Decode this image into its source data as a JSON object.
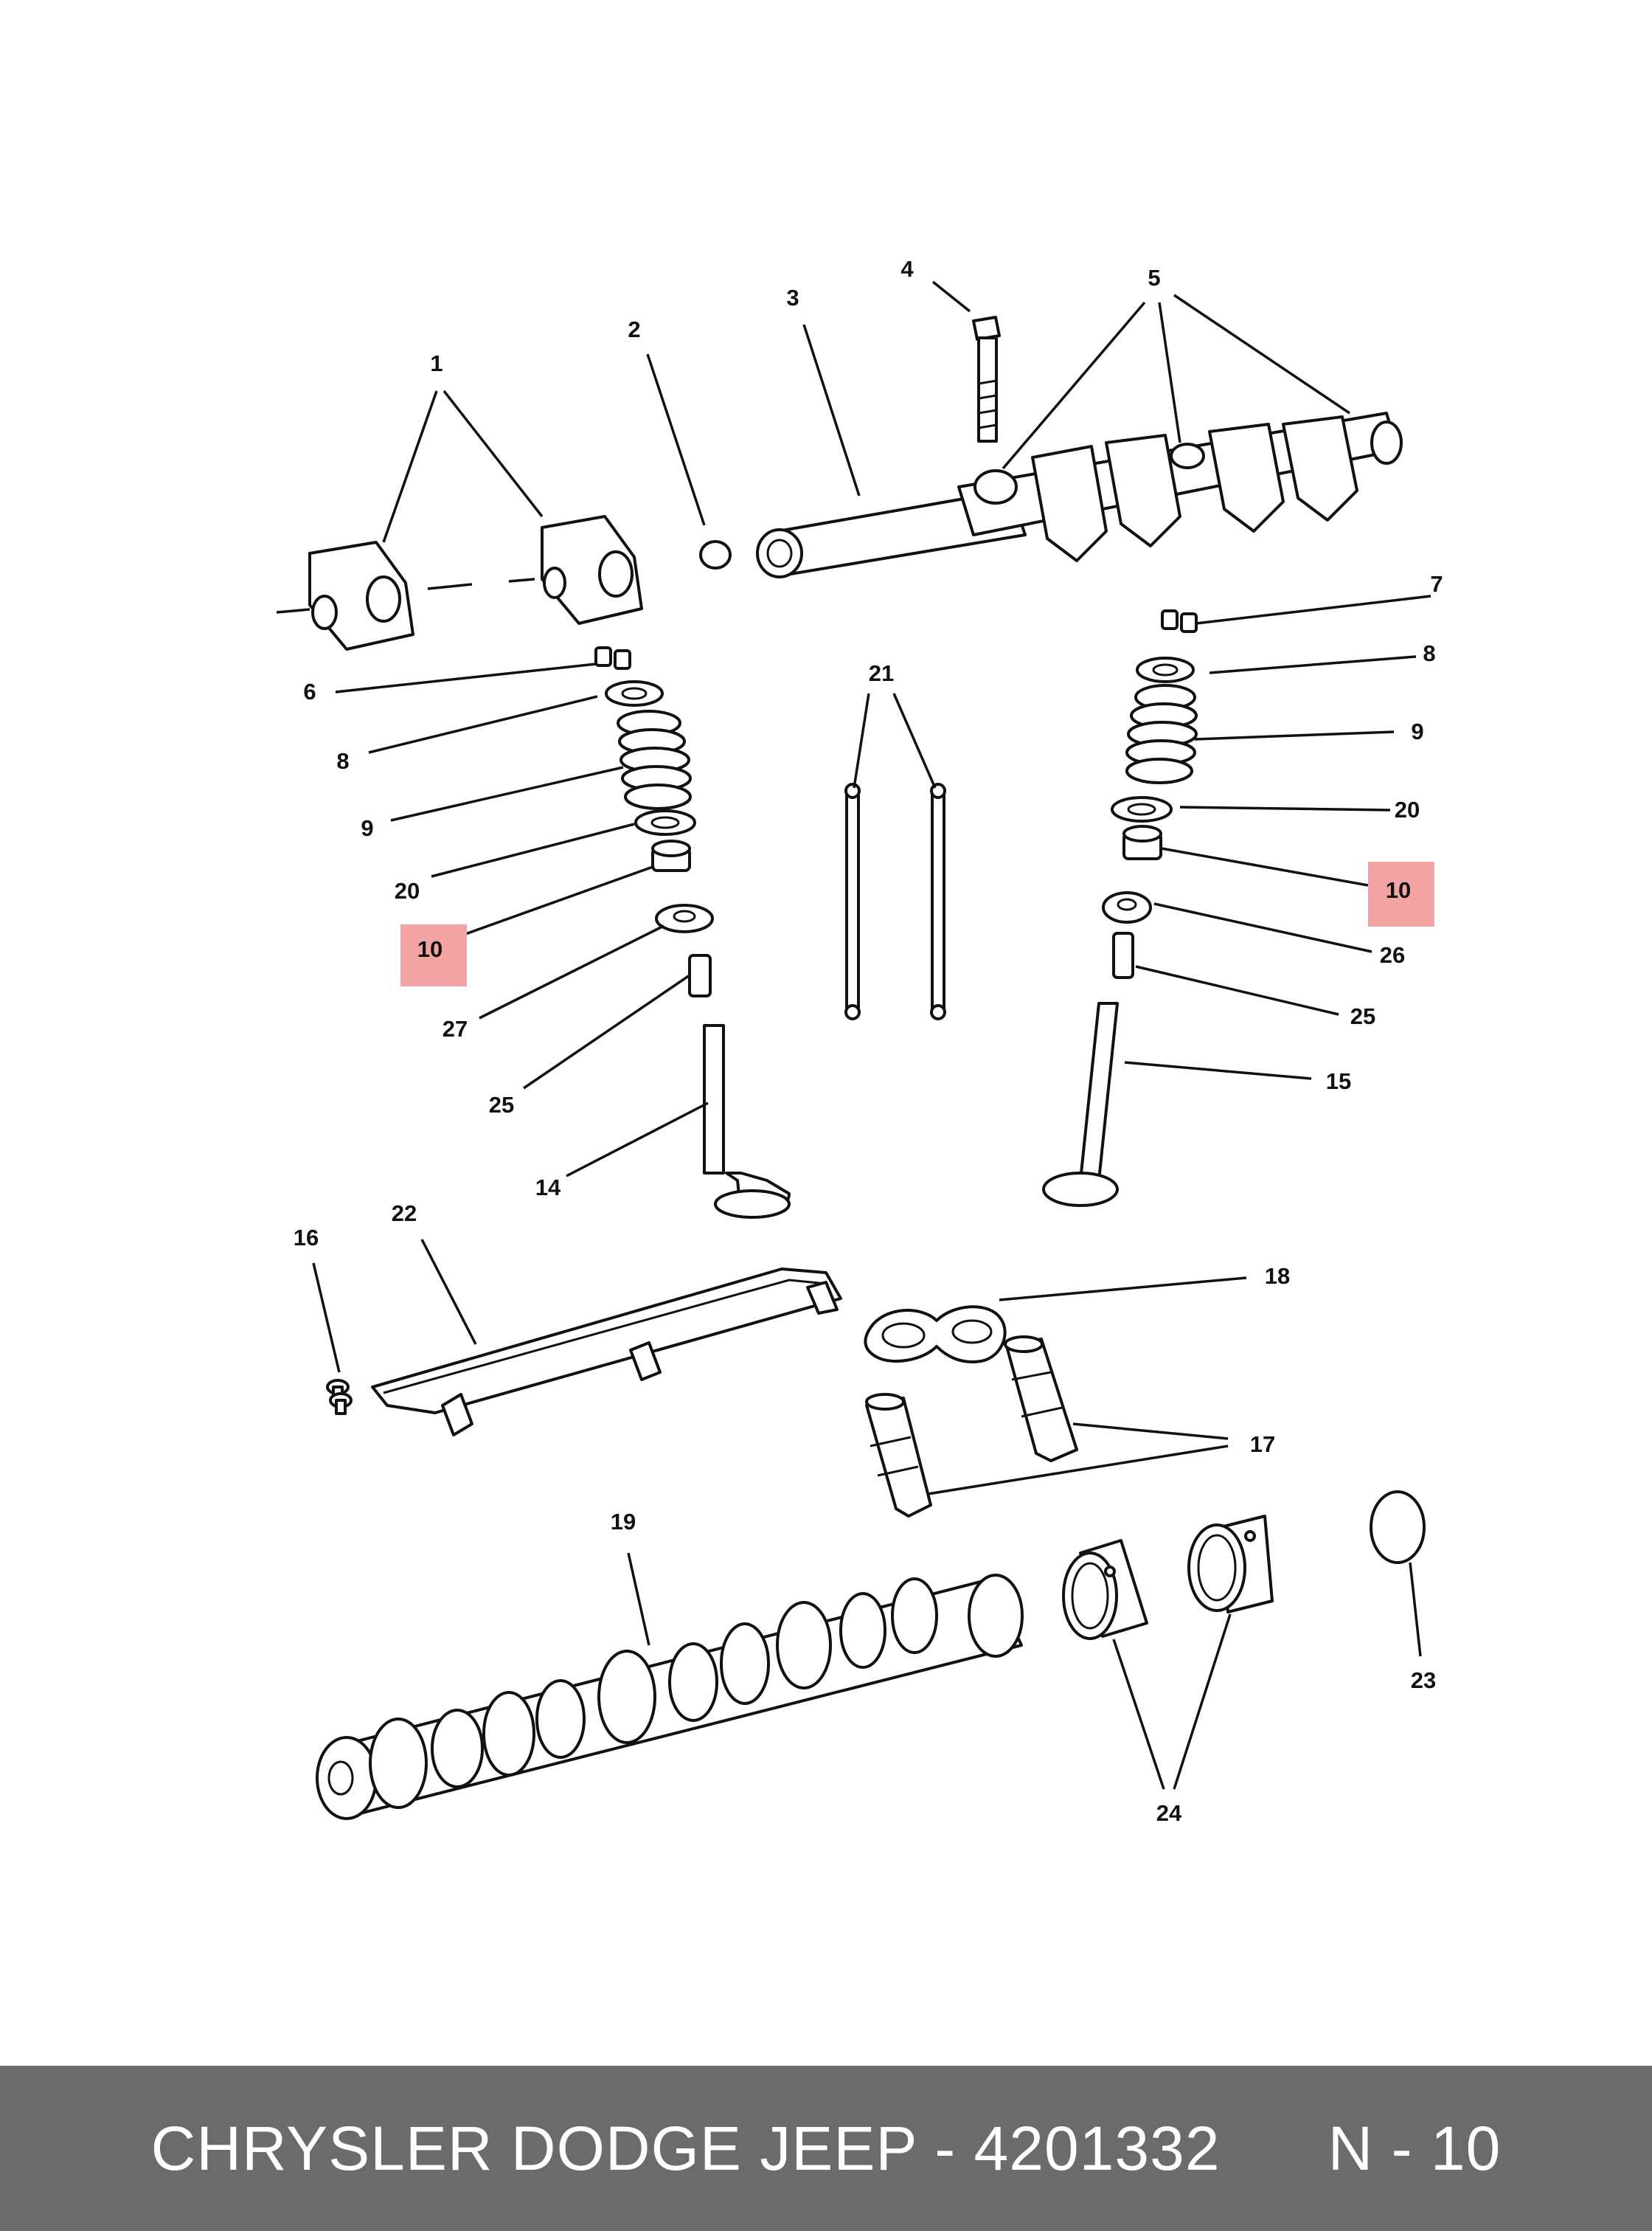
{
  "callouts": {
    "c1": "1",
    "c2": "2",
    "c3": "3",
    "c4": "4",
    "c5": "5",
    "c6": "6",
    "c7": "7",
    "c8l": "8",
    "c8r": "8",
    "c9l": "9",
    "c9r": "9",
    "c10l": "10",
    "c10r": "10",
    "c14": "14",
    "c15": "15",
    "c16": "16",
    "c17": "17",
    "c18": "18",
    "c19": "19",
    "c20l": "20",
    "c20r": "20",
    "c21": "21",
    "c22": "22",
    "c23": "23",
    "c24": "24",
    "c25l": "25",
    "c25r": "25",
    "c26": "26",
    "c27": "27"
  },
  "highlight_color": "#f4a3a3",
  "footer": {
    "brand": "CHRYSLER DODGE JEEP",
    "separator": " - ",
    "part_number": "4201332",
    "page": "N - 10"
  }
}
